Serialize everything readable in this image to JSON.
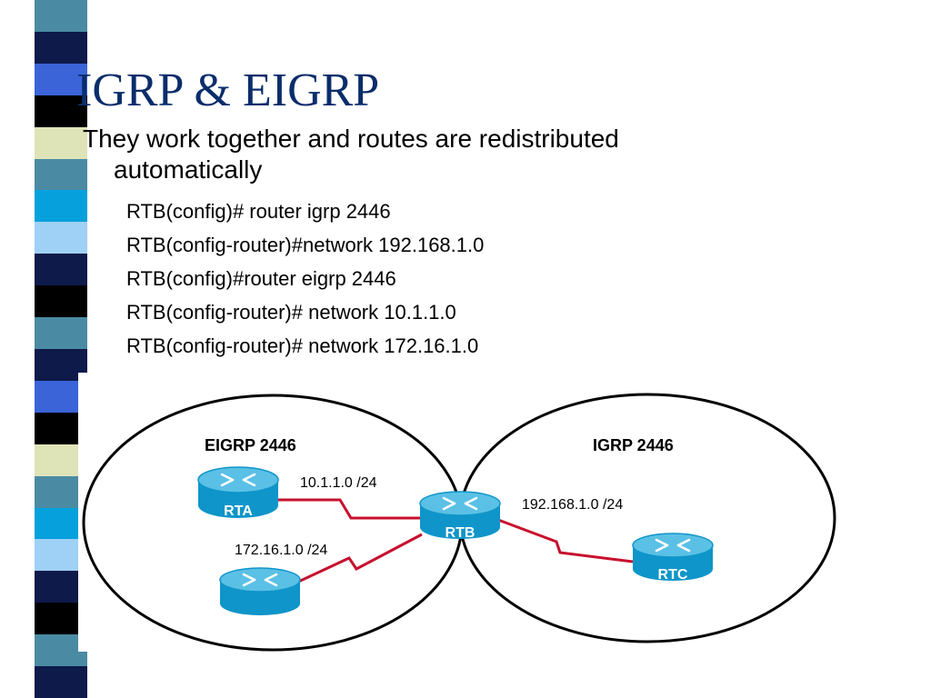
{
  "slide": {
    "title": "IGRP & EIGRP",
    "bullet": {
      "line1": "They work together and routes are redistributed",
      "line2": "automatically"
    },
    "commands": [
      "RTB(config)# router igrp 2446",
      "RTB(config-router)#network 192.168.1.0",
      "RTB(config)#router eigrp 2446",
      "RTB(config-router)# network 10.1.1.0",
      "RTB(config-router)# network 172.16.1.0"
    ]
  },
  "diagram": {
    "domains": {
      "eigrp": "EIGRP 2446",
      "igrp": "IGRP 2446"
    },
    "routers": {
      "rta": "RTA",
      "rtb": "RTB",
      "rtc": "RTC",
      "unnamed": ""
    },
    "links": {
      "rta_rtb": "10.1.1.0 /24",
      "r4_rtb": "172.16.1.0 /24",
      "rtb_rtc": "192.168.1.0 /24"
    }
  },
  "colors": {
    "title": "#0a2d6b",
    "router_top": "#5bc0e5",
    "router_body": "#0f95c9",
    "link": "#c8102e",
    "strip": [
      "#4a8ba3",
      "#0d1a4a",
      "#3a64d8",
      "#000000",
      "#dfe3b8",
      "#4a8ba3",
      "#06a0dc",
      "#9fd0f5",
      "#0d1a4a",
      "#000000"
    ]
  }
}
